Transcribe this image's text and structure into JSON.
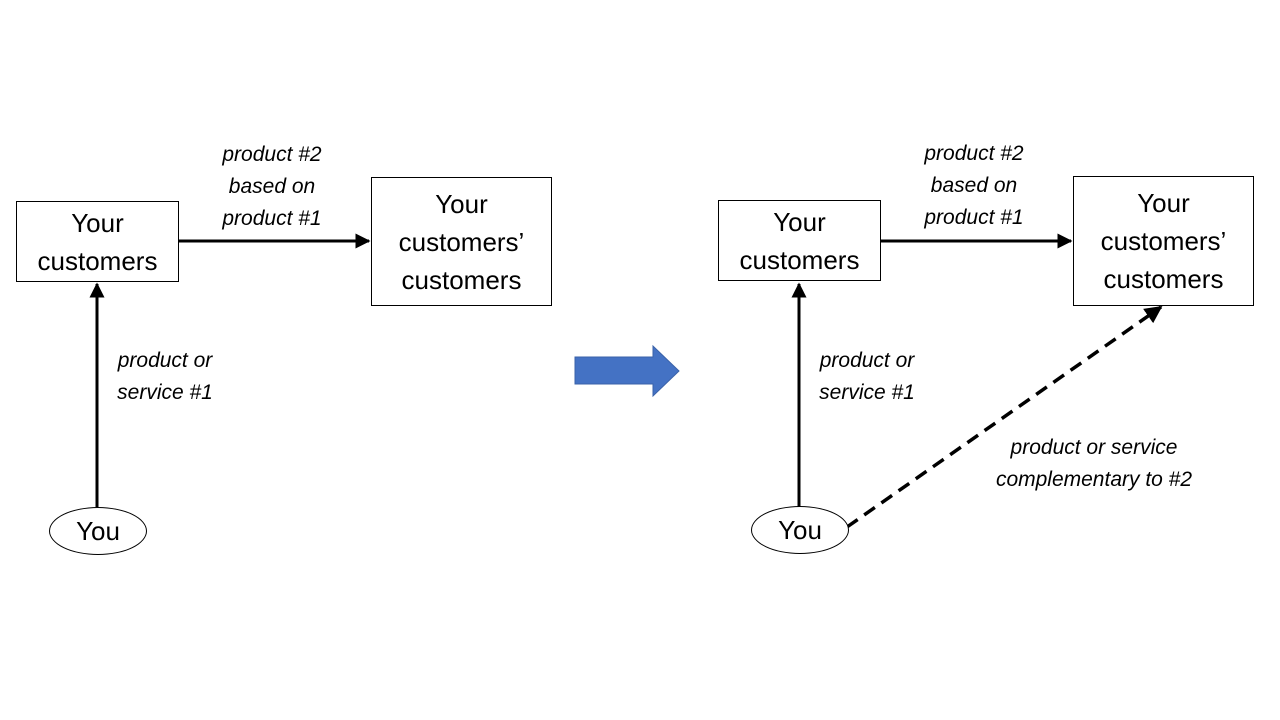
{
  "colors": {
    "stroke": "#000000",
    "transition_arrow": "#4472C4"
  },
  "before": {
    "customers_box": "Your\ncustomers",
    "customers_customers_box": "Your\ncustomers’\ncustomers",
    "you_node": "You",
    "edge_you_to_customers": "product or\nservice #1",
    "edge_customers_to_customers_customers": "product #2\nbased on\nproduct #1"
  },
  "after": {
    "customers_box": "Your\ncustomers",
    "customers_customers_box": "Your\ncustomers’\ncustomers",
    "you_node": "You",
    "edge_you_to_customers": "product or\nservice #1",
    "edge_customers_to_customers_customers": "product #2\nbased on\nproduct #1",
    "edge_you_to_customers_customers": "product or service\ncomplementary to #2"
  },
  "transition_arrow_icon": "right-block-arrow-icon"
}
